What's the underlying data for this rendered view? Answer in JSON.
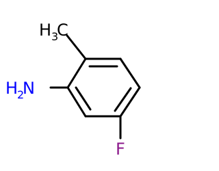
{
  "molecule": {
    "labels": {
      "methyl": {
        "main": "H",
        "subscript": "3",
        "tail": "C"
      },
      "amine": {
        "main": "H",
        "subscript": "2",
        "tail": "N"
      },
      "fluorine": "F"
    },
    "colors": {
      "bond": "#000000",
      "methyl": "#000000",
      "nitrogen": "#0000ff",
      "fluorine": "#8c1a8c"
    }
  }
}
